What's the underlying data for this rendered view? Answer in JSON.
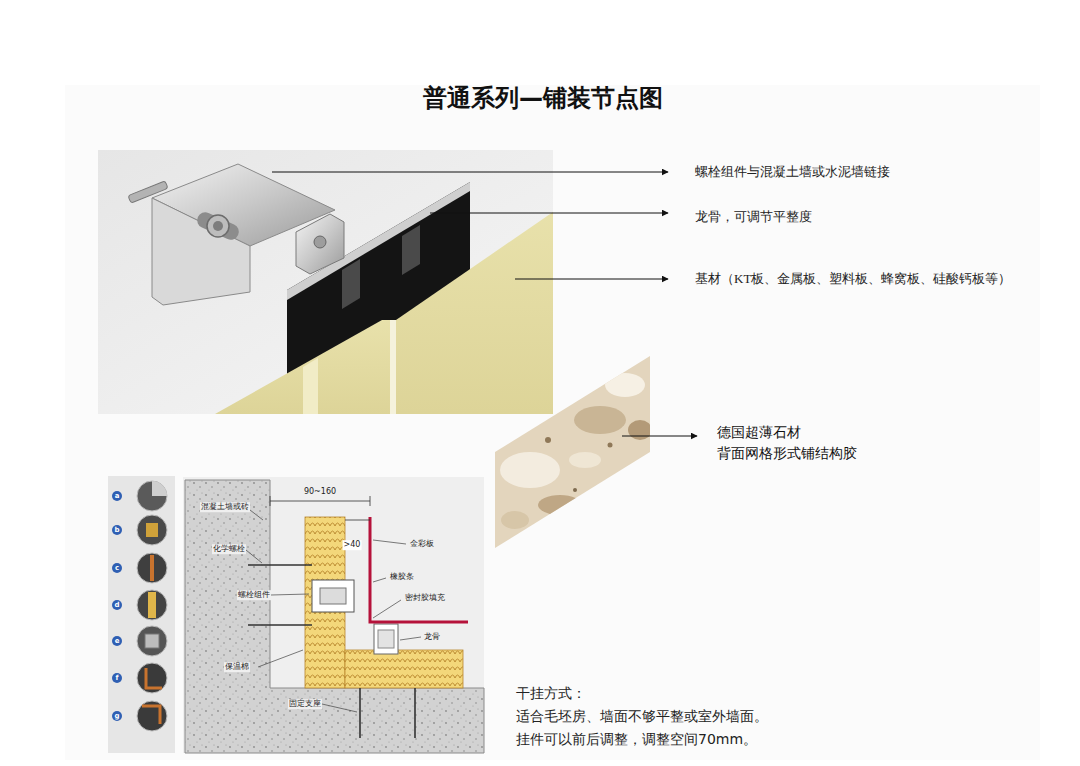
{
  "diagram": {
    "title": "普通系列—铺装节点图",
    "labels": [
      "螺栓组件与混凝土墙或水泥墙链接",
      "龙骨，可调节平整度",
      "基材（KT板、金属板、塑料板、蜂窝板、硅酸钙板等）",
      "德国超薄石材",
      "背面网格形式铺结构胶",
      "混凝土墙或砖",
      "90~160",
      ">40",
      "金彩板",
      "化学螺栓",
      "橡胶条",
      "螺栓组件",
      "密封胶填充",
      "龙骨",
      "保温棉",
      "固定支座",
      "a",
      "b",
      "c",
      "d",
      "e",
      "f",
      "g",
      "干挂方式：",
      "适合毛坯房、墙面不够平整或室外墙面。",
      "挂件可以前后调整，调整空间70mm。"
    ]
  }
}
